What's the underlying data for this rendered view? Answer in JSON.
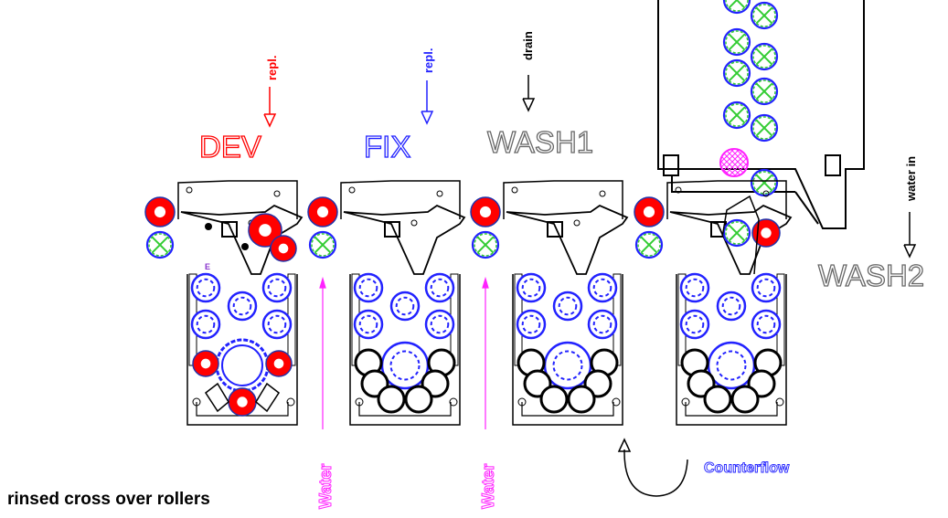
{
  "caption": "rinsed cross over rollers",
  "tanks": [
    {
      "label": "DEV",
      "color": "#ff0000"
    },
    {
      "label": "FIX",
      "color": "#2222ff"
    },
    {
      "label": "WASH1",
      "color": "#666666"
    },
    {
      "label": "WASH2",
      "color": "#666666"
    }
  ],
  "flow_labels": {
    "dev_repl": "repl.",
    "fix_repl": "repl.",
    "drain": "drain",
    "water_in": "water in",
    "water_1": "Water",
    "water_2": "Water",
    "counterflow": "Counterflow"
  },
  "small_marks": {
    "dev_e": "E"
  },
  "colors": {
    "red": "#ff0000",
    "blue": "#2222ff",
    "green": "#33cc33",
    "magenta": "#ff22ff",
    "black": "#000000"
  }
}
